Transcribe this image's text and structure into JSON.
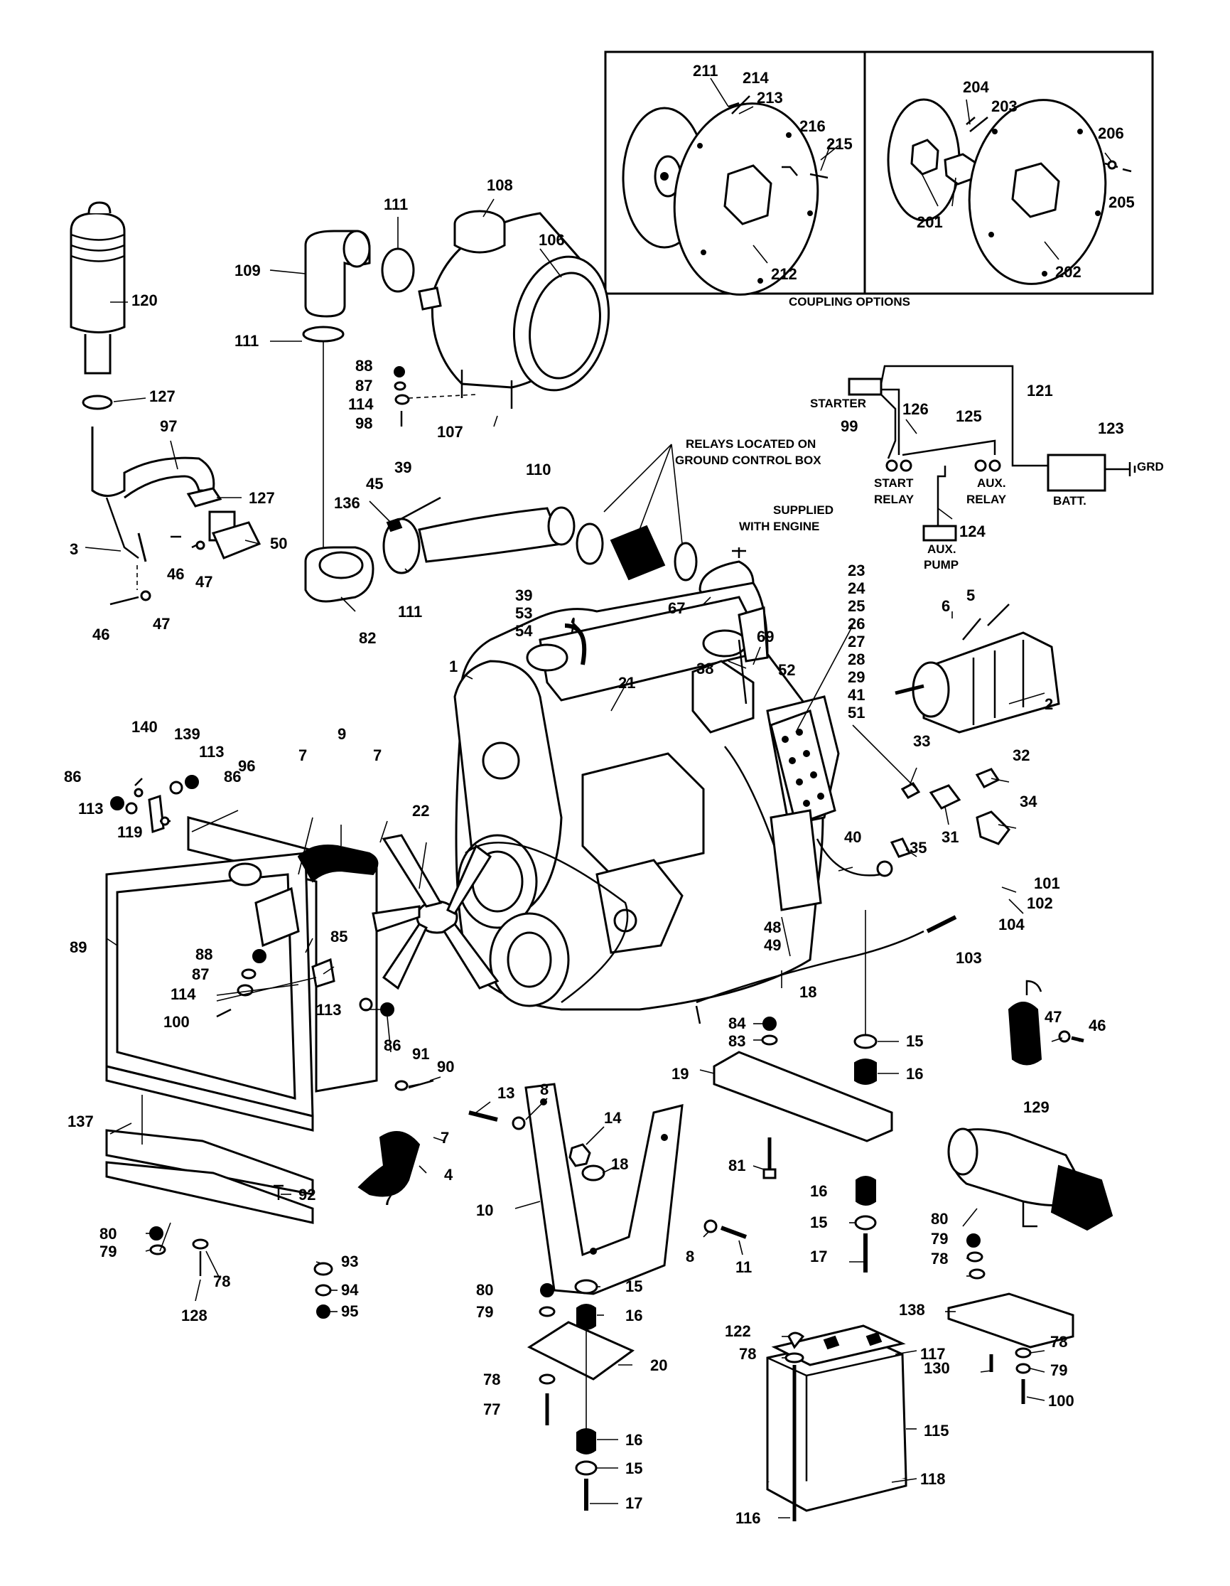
{
  "captions": {
    "coupling_options": "COUPLING OPTIONS",
    "relays_line1": "RELAYS LOCATED ON",
    "relays_line2": "GROUND CONTROL BOX",
    "supplied_line1": "SUPPLIED",
    "supplied_line2": "WITH ENGINE",
    "starter": "STARTER",
    "start_relay_1": "START",
    "start_relay_2": "RELAY",
    "aux_relay_1": "AUX.",
    "aux_relay_2": "RELAY",
    "aux_pump_1": "AUX.",
    "aux_pump_2": "PUMP",
    "batt": "BATT.",
    "grd": "GRD"
  },
  "callouts": [
    {
      "id": "c211",
      "text": "211"
    },
    {
      "id": "c214",
      "text": "214"
    },
    {
      "id": "c213",
      "text": "213"
    },
    {
      "id": "c216",
      "text": "216"
    },
    {
      "id": "c215",
      "text": "215"
    },
    {
      "id": "c212",
      "text": "212"
    },
    {
      "id": "c204",
      "text": "204"
    },
    {
      "id": "c203",
      "text": "203"
    },
    {
      "id": "c206",
      "text": "206"
    },
    {
      "id": "c205",
      "text": "205"
    },
    {
      "id": "c201",
      "text": "201"
    },
    {
      "id": "c202",
      "text": "202"
    },
    {
      "id": "c108",
      "text": "108"
    },
    {
      "id": "c106",
      "text": "106"
    },
    {
      "id": "c111a",
      "text": "111"
    },
    {
      "id": "c109",
      "text": "109"
    },
    {
      "id": "c120",
      "text": "120"
    },
    {
      "id": "c111b",
      "text": "111"
    },
    {
      "id": "c88a",
      "text": "88"
    },
    {
      "id": "c87a",
      "text": "87"
    },
    {
      "id": "c114a",
      "text": "114"
    },
    {
      "id": "c98",
      "text": "98"
    },
    {
      "id": "c107",
      "text": "107"
    },
    {
      "id": "c127a",
      "text": "127"
    },
    {
      "id": "c97",
      "text": "97"
    },
    {
      "id": "c127b",
      "text": "127"
    },
    {
      "id": "c50",
      "text": "50"
    },
    {
      "id": "c3",
      "text": "3"
    },
    {
      "id": "c46a",
      "text": "46"
    },
    {
      "id": "c47a",
      "text": "47"
    },
    {
      "id": "c46b",
      "text": "46"
    },
    {
      "id": "c47b",
      "text": "47"
    },
    {
      "id": "c136",
      "text": "136"
    },
    {
      "id": "c45",
      "text": "45"
    },
    {
      "id": "c39a",
      "text": "39"
    },
    {
      "id": "c110",
      "text": "110"
    },
    {
      "id": "c111c",
      "text": "111"
    },
    {
      "id": "c82",
      "text": "82"
    },
    {
      "id": "c67",
      "text": "67"
    },
    {
      "id": "c121",
      "text": "121"
    },
    {
      "id": "c126",
      "text": "126"
    },
    {
      "id": "c125",
      "text": "125"
    },
    {
      "id": "c99",
      "text": "99"
    },
    {
      "id": "c123",
      "text": "123"
    },
    {
      "id": "c124",
      "text": "124"
    },
    {
      "id": "c23",
      "text": "23"
    },
    {
      "id": "c24",
      "text": "24"
    },
    {
      "id": "c25",
      "text": "25"
    },
    {
      "id": "c26",
      "text": "26"
    },
    {
      "id": "c27",
      "text": "27"
    },
    {
      "id": "c28",
      "text": "28"
    },
    {
      "id": "c29",
      "text": "29"
    },
    {
      "id": "c41",
      "text": "41"
    },
    {
      "id": "c51",
      "text": "51"
    },
    {
      "id": "c6",
      "text": "6"
    },
    {
      "id": "c5",
      "text": "5"
    },
    {
      "id": "c2",
      "text": "2"
    },
    {
      "id": "c39b",
      "text": "39"
    },
    {
      "id": "c53",
      "text": "53"
    },
    {
      "id": "c54",
      "text": "54"
    },
    {
      "id": "c69",
      "text": "69"
    },
    {
      "id": "c52",
      "text": "52"
    },
    {
      "id": "c1",
      "text": "1"
    },
    {
      "id": "c38",
      "text": "38"
    },
    {
      "id": "c21",
      "text": "21"
    },
    {
      "id": "c33",
      "text": "33"
    },
    {
      "id": "c32",
      "text": "32"
    },
    {
      "id": "c34",
      "text": "34"
    },
    {
      "id": "c31",
      "text": "31"
    },
    {
      "id": "c35",
      "text": "35"
    },
    {
      "id": "c140",
      "text": "140"
    },
    {
      "id": "c139",
      "text": "139"
    },
    {
      "id": "c113a",
      "text": "113"
    },
    {
      "id": "c86a",
      "text": "86"
    },
    {
      "id": "c86b",
      "text": "86"
    },
    {
      "id": "c113b",
      "text": "113"
    },
    {
      "id": "c119a",
      "text": "119"
    },
    {
      "id": "c96",
      "text": "96"
    },
    {
      "id": "c7a",
      "text": "7"
    },
    {
      "id": "c9",
      "text": "9"
    },
    {
      "id": "c7b",
      "text": "7"
    },
    {
      "id": "c22",
      "text": "22"
    },
    {
      "id": "c40",
      "text": "40"
    },
    {
      "id": "c89",
      "text": "89"
    },
    {
      "id": "c119b",
      "text": "119"
    },
    {
      "id": "c85",
      "text": "85"
    },
    {
      "id": "c88b",
      "text": "88"
    },
    {
      "id": "c87b",
      "text": "87"
    },
    {
      "id": "c114b",
      "text": "114"
    },
    {
      "id": "c100a",
      "text": "100"
    },
    {
      "id": "c113c",
      "text": "113"
    },
    {
      "id": "c86c",
      "text": "86"
    },
    {
      "id": "c48",
      "text": "48"
    },
    {
      "id": "c49",
      "text": "49"
    },
    {
      "id": "c18a",
      "text": "18"
    },
    {
      "id": "c101",
      "text": "101"
    },
    {
      "id": "c102",
      "text": "102"
    },
    {
      "id": "c104",
      "text": "104"
    },
    {
      "id": "c103",
      "text": "103"
    },
    {
      "id": "c47c",
      "text": "47"
    },
    {
      "id": "c46c",
      "text": "46"
    },
    {
      "id": "c84",
      "text": "84"
    },
    {
      "id": "c83",
      "text": "83"
    },
    {
      "id": "c15a",
      "text": "15"
    },
    {
      "id": "c19",
      "text": "19"
    },
    {
      "id": "c16a",
      "text": "16"
    },
    {
      "id": "c91",
      "text": "91"
    },
    {
      "id": "c90",
      "text": "90"
    },
    {
      "id": "c13",
      "text": "13"
    },
    {
      "id": "c8a",
      "text": "8"
    },
    {
      "id": "c14",
      "text": "14"
    },
    {
      "id": "c137",
      "text": "137"
    },
    {
      "id": "c7c",
      "text": "7"
    },
    {
      "id": "c4",
      "text": "4"
    },
    {
      "id": "c7d",
      "text": "7"
    },
    {
      "id": "c92",
      "text": "92"
    },
    {
      "id": "c18b",
      "text": "18"
    },
    {
      "id": "c10",
      "text": "10"
    },
    {
      "id": "c81",
      "text": "81"
    },
    {
      "id": "c16b",
      "text": "16"
    },
    {
      "id": "c15b",
      "text": "15"
    },
    {
      "id": "c17a",
      "text": "17"
    },
    {
      "id": "c129",
      "text": "129"
    },
    {
      "id": "c8b",
      "text": "8"
    },
    {
      "id": "c11",
      "text": "11"
    },
    {
      "id": "c80a",
      "text": "80"
    },
    {
      "id": "c79a",
      "text": "79"
    },
    {
      "id": "c78a",
      "text": "78"
    },
    {
      "id": "c128",
      "text": "128"
    },
    {
      "id": "c93",
      "text": "93"
    },
    {
      "id": "c94",
      "text": "94"
    },
    {
      "id": "c95",
      "text": "95"
    },
    {
      "id": "c80b",
      "text": "80"
    },
    {
      "id": "c79b",
      "text": "79"
    },
    {
      "id": "c15c",
      "text": "15"
    },
    {
      "id": "c16c",
      "text": "16"
    },
    {
      "id": "c20",
      "text": "20"
    },
    {
      "id": "c78b",
      "text": "78"
    },
    {
      "id": "c77",
      "text": "77"
    },
    {
      "id": "c16d",
      "text": "16"
    },
    {
      "id": "c15d",
      "text": "15"
    },
    {
      "id": "c17b",
      "text": "17"
    },
    {
      "id": "c80c",
      "text": "80"
    },
    {
      "id": "c79c",
      "text": "79"
    },
    {
      "id": "c78c",
      "text": "78"
    },
    {
      "id": "c138",
      "text": "138"
    },
    {
      "id": "c78d",
      "text": "78"
    },
    {
      "id": "c130",
      "text": "130"
    },
    {
      "id": "c79d",
      "text": "79"
    },
    {
      "id": "c100b",
      "text": "100"
    },
    {
      "id": "c122",
      "text": "122"
    },
    {
      "id": "c78e",
      "text": "78"
    },
    {
      "id": "c117",
      "text": "117"
    },
    {
      "id": "c115",
      "text": "115"
    },
    {
      "id": "c118",
      "text": "118"
    },
    {
      "id": "c116",
      "text": "116"
    }
  ]
}
